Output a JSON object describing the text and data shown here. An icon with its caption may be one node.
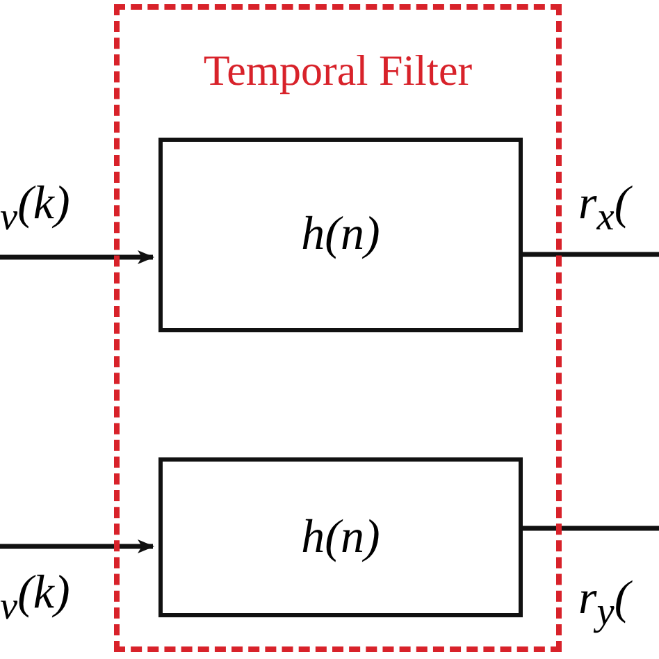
{
  "diagram": {
    "nodes": [
      {
        "text": [
          "Temporal Filter"
        ]
      },
      {
        "text": [
          "h(n)"
        ],
        "in": 0
      },
      {
        "text": [
          "h(n)"
        ],
        "in": 0
      }
    ],
    "edges": [
      {
        "from": null,
        "to": 1,
        "arrow": "to",
        "label": "$_{v}$(k)"
      },
      {
        "from": 1,
        "to": null,
        "arrow": "none",
        "label": "r$_{x}$("
      },
      {
        "from": null,
        "to": 2,
        "arrow": "to",
        "label": "$_{v}$(k)"
      },
      {
        "from": 2,
        "to": null,
        "arrow": "none",
        "label": "r$_{y}$("
      }
    ]
  }
}
